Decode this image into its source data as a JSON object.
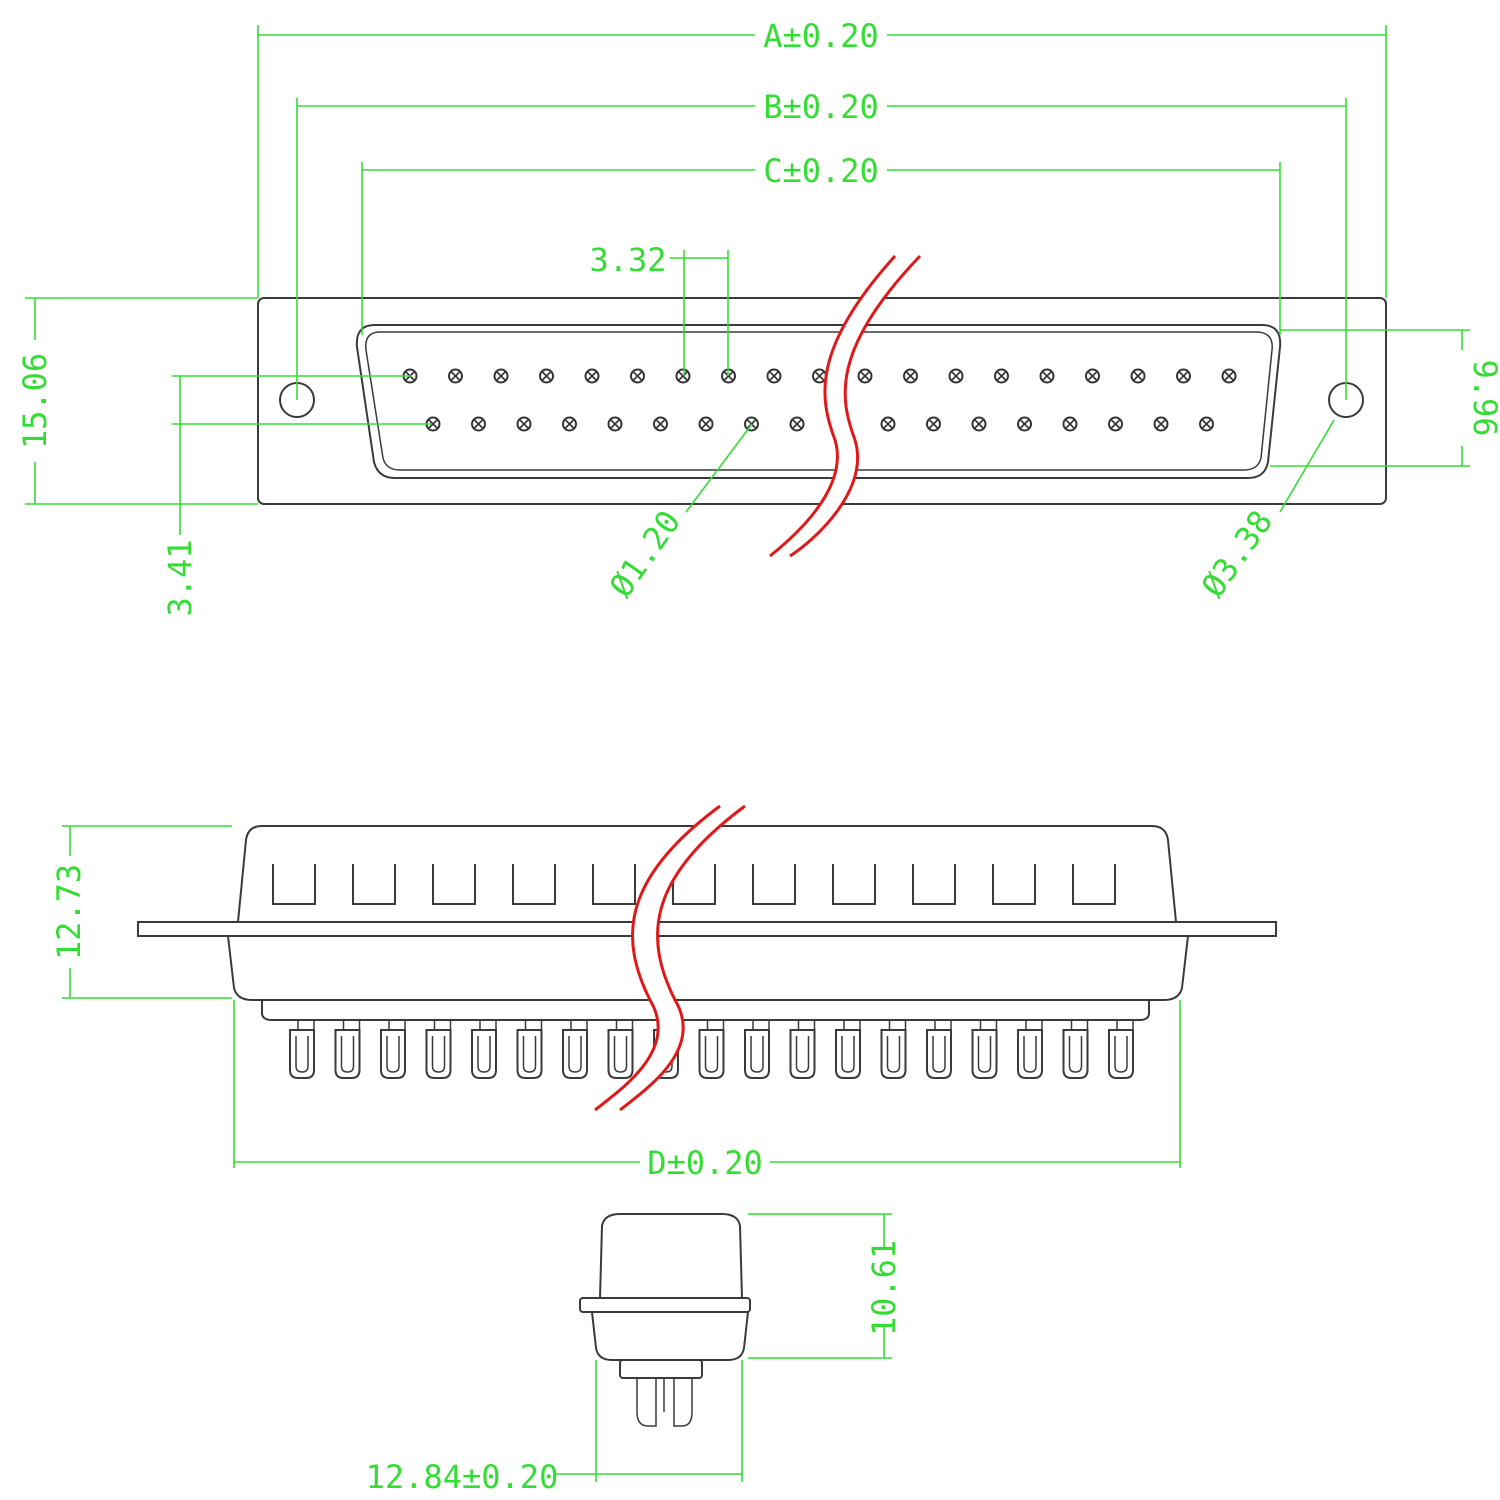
{
  "drawing": {
    "top_view": {
      "dims": {
        "a": "A±0.20",
        "b": "B±0.20",
        "c": "C±0.20",
        "pin_pitch": "3.32",
        "flange_height": "15.06",
        "row_offset": "3.41",
        "shell_height": "9.96",
        "pin_diameter": "Ø1.20",
        "mount_hole_diameter": "Ø3.38"
      },
      "pins_row1": 19,
      "pins_row2": 18
    },
    "side_view": {
      "dims": {
        "height": "12.73",
        "d": "D±0.20"
      }
    },
    "end_view": {
      "dims": {
        "height": "10.61",
        "width": "12.84±0.20"
      }
    },
    "colors": {
      "outline": "#3a3a3a",
      "dimension": "#33dd33",
      "break_line": "#e01818"
    }
  }
}
